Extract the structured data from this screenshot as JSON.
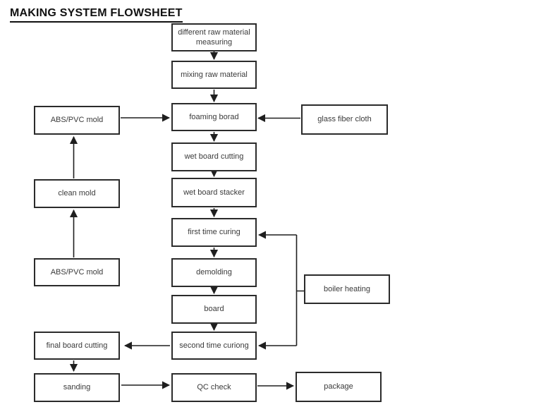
{
  "title": "MAKING SYSTEM FLOWSHEET",
  "diagram": {
    "center_column": [
      {
        "id": "different-raw-material-measuring",
        "label": "different raw material measuring"
      },
      {
        "id": "mixing-raw-material",
        "label": "mixing raw material"
      },
      {
        "id": "foaming-borad",
        "label": "foaming borad"
      },
      {
        "id": "wet-board-cutting",
        "label": "wet board cutting"
      },
      {
        "id": "wet-board-stacker",
        "label": "wet board stacker"
      },
      {
        "id": "first-time-curing",
        "label": "first time curing"
      },
      {
        "id": "demolding",
        "label": "demolding"
      },
      {
        "id": "board",
        "label": "board"
      },
      {
        "id": "second-time-curiong",
        "label": "second time curiong"
      },
      {
        "id": "qc-check",
        "label": "QC check"
      }
    ],
    "left_column": [
      {
        "id": "abs-pvc-mold-top",
        "label": "ABS/PVC mold"
      },
      {
        "id": "clean-mold",
        "label": "clean mold"
      },
      {
        "id": "abs-pvc-mold-bottom",
        "label": "ABS/PVC mold"
      },
      {
        "id": "final-board-cutting",
        "label": "final board cutting"
      },
      {
        "id": "sanding",
        "label": "sanding"
      }
    ],
    "right_column": [
      {
        "id": "glass-fiber-cloth",
        "label": "glass fiber cloth"
      },
      {
        "id": "boiler-heating",
        "label": "boiler heating"
      },
      {
        "id": "package",
        "label": "package"
      }
    ],
    "edges": [
      {
        "from": "different-raw-material-measuring",
        "to": "mixing-raw-material"
      },
      {
        "from": "mixing-raw-material",
        "to": "foaming-borad"
      },
      {
        "from": "abs-pvc-mold-top",
        "to": "foaming-borad"
      },
      {
        "from": "glass-fiber-cloth",
        "to": "foaming-borad"
      },
      {
        "from": "foaming-borad",
        "to": "wet-board-cutting"
      },
      {
        "from": "wet-board-cutting",
        "to": "wet-board-stacker"
      },
      {
        "from": "wet-board-stacker",
        "to": "first-time-curing"
      },
      {
        "from": "clean-mold",
        "to": "abs-pvc-mold-top"
      },
      {
        "from": "abs-pvc-mold-bottom",
        "to": "clean-mold"
      },
      {
        "from": "first-time-curing",
        "to": "demolding"
      },
      {
        "from": "demolding",
        "to": "board"
      },
      {
        "from": "board",
        "to": "second-time-curiong"
      },
      {
        "from": "boiler-heating",
        "to": "first-time-curing"
      },
      {
        "from": "boiler-heating",
        "to": "second-time-curiong"
      },
      {
        "from": "second-time-curiong",
        "to": "final-board-cutting"
      },
      {
        "from": "final-board-cutting",
        "to": "sanding"
      },
      {
        "from": "sanding",
        "to": "qc-check"
      },
      {
        "from": "qc-check",
        "to": "package"
      }
    ]
  },
  "colors": {
    "background": "#ffffff",
    "box_border": "#2b2b2b",
    "line": "#1f1f1f",
    "text": "#3a3a3a",
    "title_text": "#111111"
  }
}
